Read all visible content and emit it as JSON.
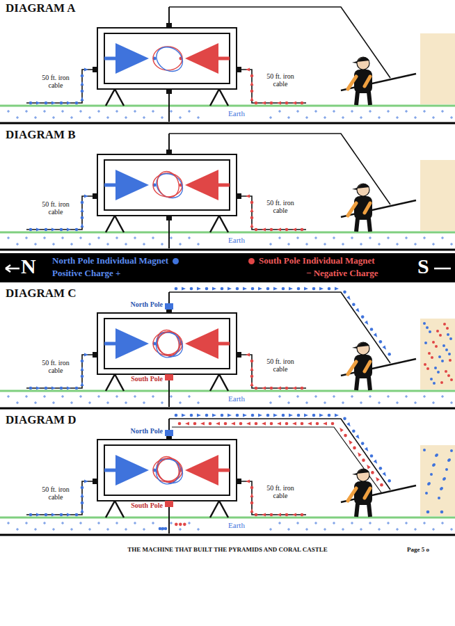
{
  "diagram": {
    "caption": "THE MACHINE THAT BUILT THE PYRAMIDS AND CORAL CASTLE",
    "labels": [
      "DIAGRAM A",
      "50 ft. iron cable",
      "50 ft. iron cable",
      "Earth",
      "DIAGRAM B",
      "50 ft. iron cable",
      "50 ft. iron cable",
      "Earth",
      "N",
      "Positive Charge +",
      "− Negative Charge",
      "S",
      "DIAGRAM C",
      "North Pole",
      "50 ft. iron cable",
      "50 ft. iron cable",
      "South Pole",
      "Earth",
      "DIAGRAM D",
      "North Pole",
      "50 ft. iron cable",
      "50 ft. iron cable",
      "South Pole",
      "Earth",
      "Page 5 o"
    ],
    "legend": [
      {
        "text": "North Pole Individual Magnet",
        "color": "#3f73dc"
      },
      {
        "text": "South Pole Individual Magnet",
        "color": "#e04646"
      }
    ]
  }
}
